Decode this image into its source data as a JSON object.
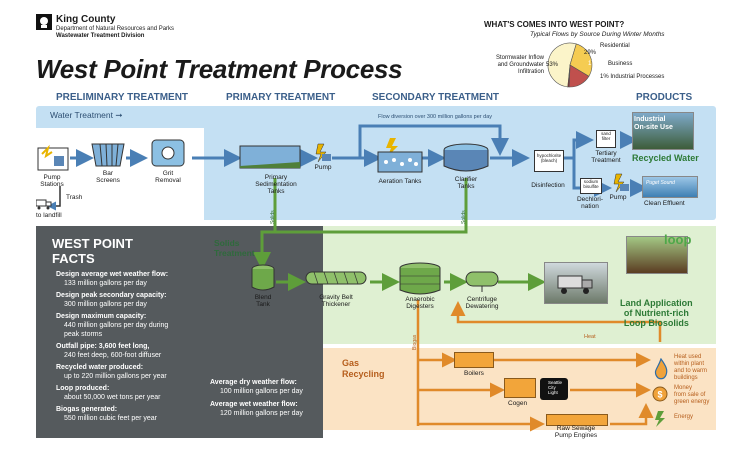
{
  "header": {
    "org_name": "King County",
    "org_dept": "Department of Natural Resources and Parks",
    "org_division": "Wastewater Treatment Division",
    "title": "West Point Treatment Process"
  },
  "flows": {
    "title": "WHAT'S COMES INTO WEST POINT?",
    "subtitle": "Typical Flows by Source During Winter Months",
    "slices": [
      {
        "label": "Stormwater Inflow and Groundwater Infiltration",
        "pct_label": "53%",
        "value": 53,
        "color": "#fbf4c9"
      },
      {
        "label": "Residential",
        "pct_label": "29%",
        "value": 29,
        "color": "#f5cc52"
      },
      {
        "label": "Business",
        "pct_label": "17%",
        "value": 17,
        "color": "#c0504d"
      },
      {
        "label": "1% Industrial Processes",
        "pct_label": "",
        "value": 1,
        "color": "#7d2a2a"
      }
    ]
  },
  "sections": {
    "preliminary": "PRELIMINARY TREATMENT",
    "primary": "PRIMARY TREATMENT",
    "secondary": "SECONDARY TREATMENT",
    "products": "PRODUCTS"
  },
  "water": {
    "band_label": "Water Treatment",
    "diversion_note": "Flow diversion over 300 million gallons per day",
    "steps": {
      "pump_stations": "Pump\nStations",
      "bar_screens": "Bar\nScreens",
      "grit_removal": "Grit\nRemoval",
      "trash": "Trash",
      "to_landfill": "to landfill",
      "primary_sed": "Primary\nSedimentation\nTanks",
      "pump1": "Pump",
      "aeration": "Aeration Tanks",
      "clarifier": "Clarifier\nTanks",
      "hypochlorite": "hypochlorite\n(bleach)",
      "disinfection": "Disinfection",
      "sand_filter": "sand\nfilter",
      "tertiary": "Tertiary\nTreatment",
      "sodium_bisulfite": "sodium\nbisulfite",
      "dechlorination": "Dechlori-\nnation",
      "pump2": "Pump"
    },
    "products": {
      "industrial_photo": "Industrial\nOn-site Use",
      "recycled": "Recycled Water",
      "puget_photo": "Puget Sound",
      "clean_effluent": "Clean Effluent"
    }
  },
  "solids": {
    "band_label": "Solids\nTreatment",
    "solids_tag": "Solids",
    "steps": {
      "blend": "Blend\nTank",
      "gravity": "Gravity Belt\nThickener",
      "digesters": "Anaerobic\nDigesters",
      "centrifuge": "Centrifuge\nDewatering"
    },
    "land_app": "Land Application\nof Nutrient-rich\nLoop Biosolids",
    "loop_logo": "loop"
  },
  "gas": {
    "band_label": "Gas\nRecycling",
    "biogas_tag": "Biogas",
    "heat_tag": "Heat",
    "boilers": "Boilers",
    "cogen": "Cogen",
    "seattle_city_light": "Seattle\nCity\nLight",
    "raw_sewage": "Raw Sewage\nPump Engines",
    "heat_used": "Heat used\nwithin plant\nand to warm\nbuildings",
    "money": "Money\nfrom sale of\ngreen energy",
    "energy": "Energy"
  },
  "facts": {
    "title": "WEST POINT\nFACTS",
    "items": [
      {
        "key": "Design average wet weather flow:",
        "value": "133 million gallons per day"
      },
      {
        "key": "Design peak secondary capacity:",
        "value": "300 million gallons per day"
      },
      {
        "key": "Design maximum capacity:",
        "value": "440 million gallons per day during",
        "value2": "peak storms"
      },
      {
        "key": "Outfall pipe:",
        "key_value": "3,600 feet long,",
        "value": "240 feet deep, 600-foot diffuser"
      },
      {
        "key": "Recycled water produced:",
        "value": "up to 220 million gallons per year"
      },
      {
        "key": "Loop produced:",
        "value": "about 50,000 wet tons per year"
      },
      {
        "key": "Biogas generated:",
        "value": "550 million cubic feet per year"
      }
    ],
    "right_items": [
      {
        "key": "Average dry weather flow:",
        "value": "100 million gallons per day"
      },
      {
        "key": "Average wet weather flow:",
        "value": "120 million gallons per day"
      }
    ]
  },
  "colors": {
    "water_band": "#c4e0f3",
    "solids_band": "#dff0d2",
    "gas_band": "#fbe3c4",
    "facts_panel": "#555a5d",
    "water_arrow": "#4a7fb5",
    "solids_arrow": "#5e9e3a",
    "gas_arrow": "#e08a2a",
    "heading_blue": "#3b5f8a"
  }
}
